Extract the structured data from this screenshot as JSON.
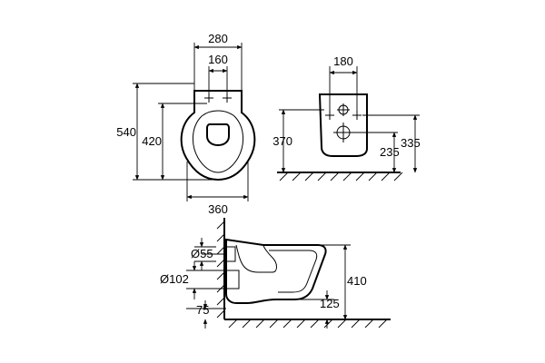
{
  "front_view": {
    "total_width": "280",
    "seat_hole_spacing": "160",
    "total_length": "540",
    "fixing_to_front": "420",
    "bowl_width": "360"
  },
  "rear_view": {
    "bolt_spacing": "180",
    "upper_bolt_height": "370",
    "outlet_height": "235",
    "lower_bolt_height": "335"
  },
  "side_view": {
    "outlet_diameter": "Ø55",
    "inlet_diameter": "Ø102",
    "inlet_height": "75",
    "rim_height": "410",
    "outlet_height": "125"
  },
  "colors": {
    "line": "#000000",
    "background": "#ffffff"
  }
}
